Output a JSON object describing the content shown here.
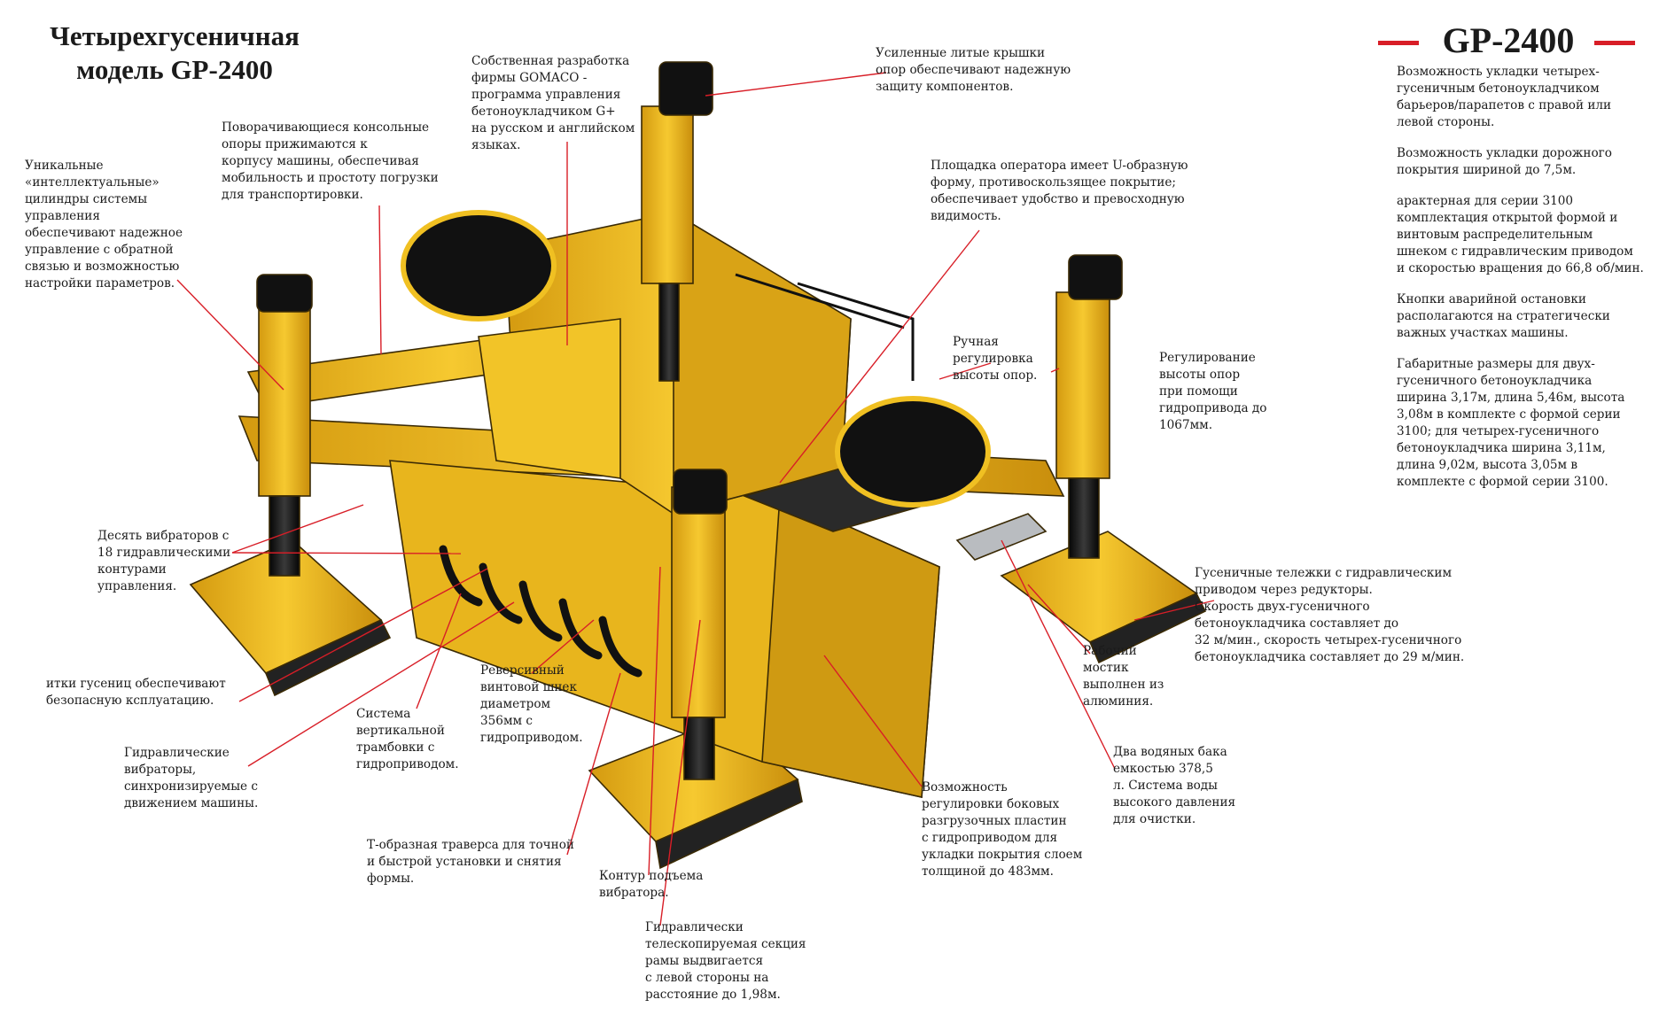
{
  "title_lines": [
    "Четырехгусеничная",
    "модель GP-2400"
  ],
  "brand": "GP-2400",
  "colors": {
    "machine_yellow": "#f0c022",
    "machine_dark": "#1a1a1a",
    "leader": "#d81e27",
    "text": "#1b1b1b"
  },
  "labels": {
    "cylinders": "Уникальные\n«интеллектуальные»\nцилиндры системы\nуправления\nобеспечивают надежное\nуправление с обратной\nсвязью и возможностью\nнастройки параметров.",
    "legs": "Поворачивающиеся консольные\nопоры  прижимаются к\nкорпусу машины, обеспечивая\nмобильность и простоту погрузки\nдля транспортировки.",
    "software": "Собственная разработка\nфирмы GOMACO -\nпрограмма управления\nбетоноукладчиком  G+\nна русском и английском\nязыках.",
    "caps": "Усиленные литые крышки\nопор обеспечивают надежную\nзащиту компонентов.",
    "platform": "Площадка оператора имеет U-образную\nформу, противоскользящее покрытие;\nобеспечивает удобство и превосходную\nвидимость.",
    "manual": "Ручная\nрегулировка\nвысоты опор.",
    "hydraulic_height": "Регулирование\nвысоты опор\nпри помощи\nгидропривода до\n1067мм.",
    "vibrators": "Десять вибраторов с\n18 гидравлическими\nконтурами\nуправления.",
    "tracks": "Гусеничные тележки с  гидравлическим\nприводом через редукторы.\nСкорость двух-гусеничного\nбетоноукладчика составляет до\n32 м/мин.,  скорость четырех-гусеничного\nбетоноукладчика составляет до 29 м/мин.",
    "track_guards": "итки гусениц обеспечивают\nбезопасную   ксплуатацию.",
    "auger": "Реверсивный\nвинтовой шнек\nдиаметром\n356мм с\nгидроприводом.",
    "tamper": "Система\nвертикальной\nтрамбовки с\nгидроприводом.",
    "bridge": "Рабочий\nмостик\nвыполнен из\nалюминия.",
    "sync_vibrators": "Гидравлические\nвибраторы,\nсинхронизируемые с\nдвижением машины.",
    "water": "Два водяных бака\nемкостью 378,5\nл. Система воды\nвысокого давления\nдля очистки.",
    "side_plates": "Возможность\nрегулировки боковых\nразгрузочных пластин\nс гидроприводом для\nукладки покрытия слоем\nтолщиной до 483мм.",
    "tbar": "Т-образная траверса для точной\nи быстрой установки и снятия\nформы.",
    "lift": "Контур подъема\nвибратора.",
    "telescope": "Гидравлически\nтелескопируемая секция\nрамы выдвигается\nс левой стороны на\nрасстояние до 1,98м."
  },
  "side_paragraphs": [
    "Возможность укладки  четырех-\nгусеничным бетоноукладчиком\nбарьеров/парапетов  с правой или\nлевой стороны.",
    "Возможность укладки дорожного\nпокрытия шириной до 7,5м.",
    "  арактерная для серии 3100\nкомплектация открытой формой и\nвинтовым распределительным\nшнеком с гидравлическим приводом\nи скоростью вращения до 66,8 об/мин.",
    "Кнопки аварийной остановки\nрасполагаются на стратегически\nважных участках машины.",
    "Габаритные размеры для двух-\nгусеничного бетоноукладчика\nширина 3,17м, длина 5,46м, высота\n3,08м в комплекте с формой серии\n3100; для четырех-гусеничного\nбетоноукладчика ширина 3,11м,\nдлина 9,02м, высота 3,05м в\nкомплекте с формой серии 3100."
  ]
}
